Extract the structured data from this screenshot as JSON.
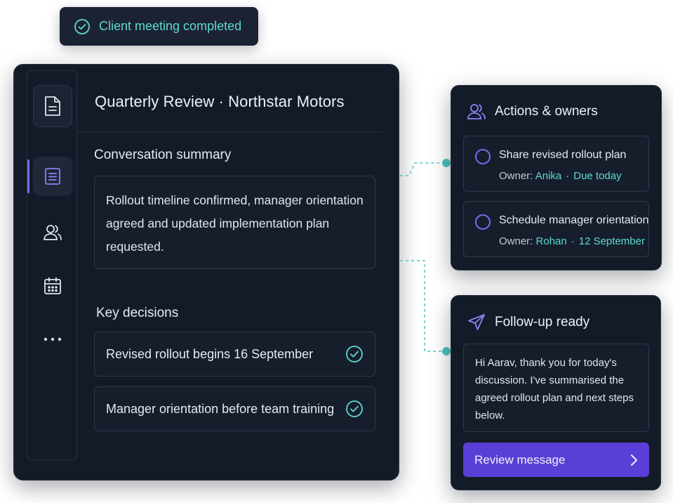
{
  "toast": {
    "text": "Client meeting completed",
    "icon": "check-circle-icon"
  },
  "main": {
    "title": "Quarterly Review · Northstar Motors",
    "summary": {
      "heading": "Conversation summary",
      "text": "Rollout timeline confirmed, manager orientation agreed and updated implementation plan requested."
    },
    "decisions": {
      "heading": "Key decisions",
      "items": [
        {
          "text": "Revised rollout begins 16 September"
        },
        {
          "text": "Manager orientation before team training"
        }
      ]
    }
  },
  "sidebar": {
    "items": [
      {
        "icon": "document-icon"
      },
      {
        "icon": "notes-icon"
      },
      {
        "icon": "users-icon"
      },
      {
        "icon": "calendar-icon"
      },
      {
        "icon": "more-icon"
      }
    ]
  },
  "actions": {
    "heading": "Actions & owners",
    "items": [
      {
        "title": "Share revised rollout plan",
        "owner_label": "Owner:",
        "owner": "Anika",
        "due": "Due today"
      },
      {
        "title": "Schedule manager orientation",
        "owner_label": "Owner:",
        "owner": "Rohan",
        "due": "12 September"
      }
    ]
  },
  "followup": {
    "heading": "Follow-up ready",
    "message": "Hi Aarav, thank you for today's discussion. I've summarised the agreed rollout plan and next steps below.",
    "button_label": "Review message"
  },
  "colors": {
    "accent_teal": "#5fd9d0",
    "accent_purple": "#7c6cf2",
    "button_purple": "#5a3fd6",
    "panel_bg": "#141b28"
  }
}
